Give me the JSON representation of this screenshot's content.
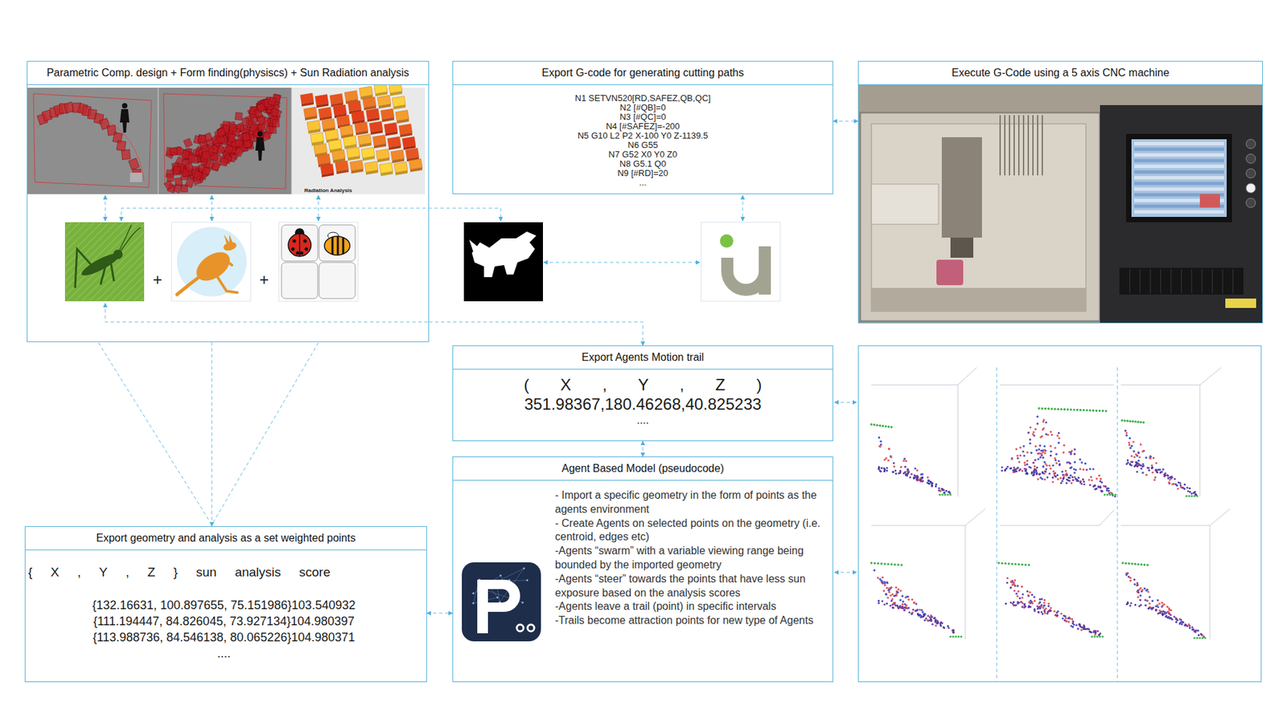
{
  "diagram": {
    "nodes": [
      {
        "text": [
          "Parametric Comp. design + Form finding(physiscs) + Sun Radiation analysis"
        ]
      },
      {
        "text": [
          "Export G-code for generating cutting paths",
          "N1 SETVN520[RD,SAFEZ,QB,QC]",
          "N2 [#QB]=0",
          "N3 [#QC]=0",
          "N4 [#SAFEZ]=-200",
          "N5 G10 L2 P2 X-100 Y0 Z-1139.5",
          "N6 G55",
          "N7 G52 X0 Y0 Z0",
          "N8 G5.1 Q0",
          "N9 [#RD]=20",
          "..."
        ]
      },
      {
        "text": [
          "Execute G-Code using a 5 axis CNC machine"
        ]
      },
      {
        "text": [
          "Export Agents Motion trail",
          "( X , Y , Z )",
          "351.98367,180.46268,40.825233",
          "...."
        ]
      },
      {
        "text": [
          "Agent Based Model (pseudocode)",
          "- Import a specific geometry in the form of points as the agents environment",
          "- Create Agents on selected points on the geometry (i.e. centroid, edges etc)",
          "-Agents “swarm” with a variable viewing range being bounded by the imported geometry",
          "-Agents “steer” towards the points that have less sun exposure based on the analysis scores",
          "-Agents leave a trail (point) in specific intervals",
          "-Trails become attraction points for new type of Agents"
        ]
      },
      {
        "text": [
          "Export geometry and analysis as a set weighted points",
          "{ X , Y , Z } sun analysis score",
          "{132.16631, 100.897655, 75.151986}103.540932",
          "{111.194447, 84.826045, 73.927134}104.980397",
          "{113.988736, 84.546138, 80.065226}104.980371",
          "...."
        ]
      }
    ],
    "edges": [
      {
        "from": 0,
        "to": 5,
        "arrow": "to"
      },
      {
        "from": 0,
        "to": 3,
        "arrow": "to"
      },
      {
        "from": 1,
        "to": 2,
        "arrow": "both"
      },
      {
        "from": 3,
        "to": 4,
        "arrow": "both"
      },
      {
        "from": 5,
        "to": 4,
        "arrow": "both"
      }
    ],
    "labels": [
      "Radiation Analysis",
      "+",
      "+"
    ]
  }
}
